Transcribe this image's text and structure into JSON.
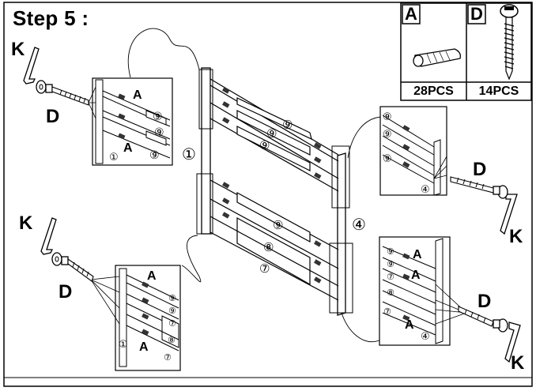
{
  "step": {
    "title": "Step 5 :"
  },
  "parts": [
    {
      "code": "A",
      "qty": "28PCS",
      "icon": "dowel-icon"
    },
    {
      "code": "D",
      "qty": "14PCS",
      "icon": "bolt-icon"
    }
  ],
  "labels": {
    "k": "K",
    "d": "D",
    "a": "A",
    "n1": "①",
    "n4": "④",
    "n7": "⑦",
    "n8": "⑧",
    "n9": "⑨"
  }
}
